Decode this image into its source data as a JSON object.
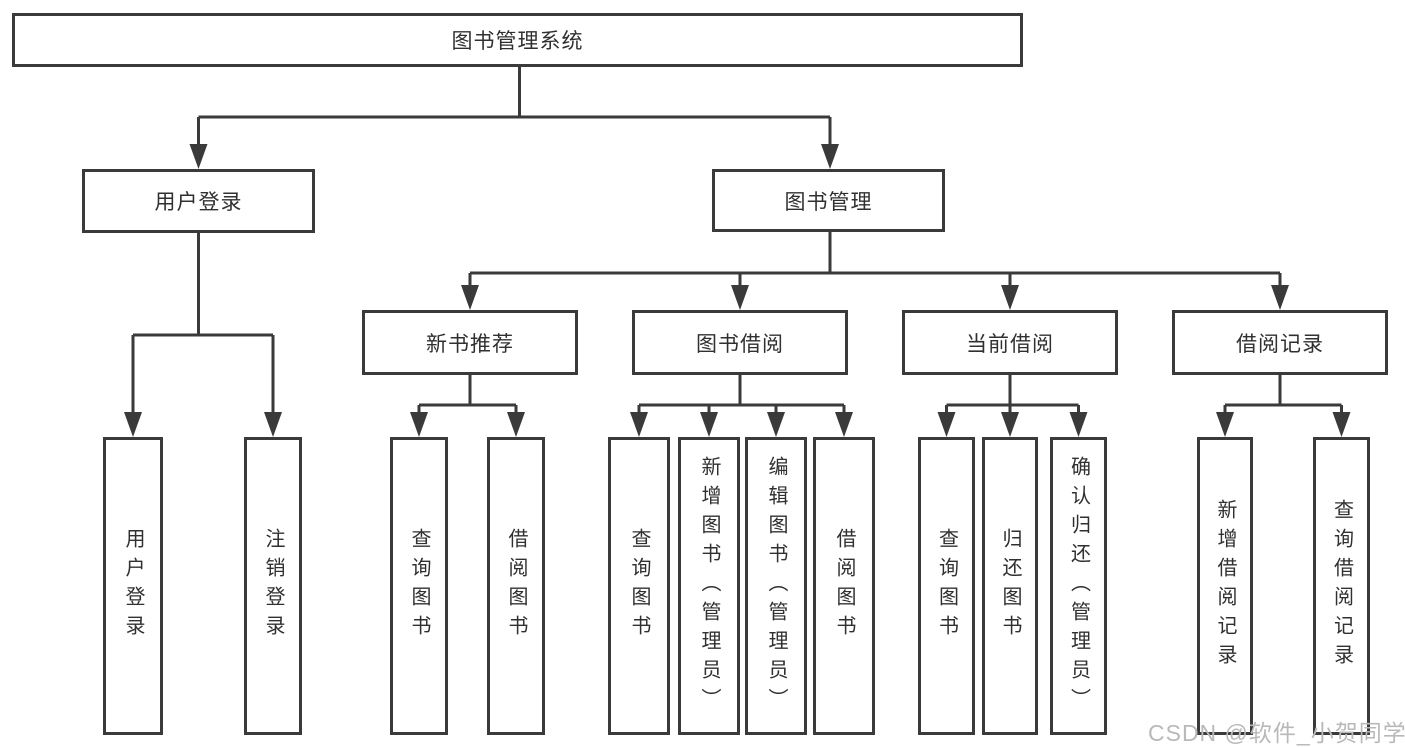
{
  "diagram": {
    "root": {
      "label": "图书管理系统"
    },
    "user_login_branch": {
      "label": "用户登录",
      "leaves": [
        {
          "label": "用户登录"
        },
        {
          "label": "注销登录"
        }
      ]
    },
    "book_mgmt_branch": {
      "label": "图书管理",
      "groups": [
        {
          "label": "新书推荐",
          "leaves": [
            {
              "label": "查询图书"
            },
            {
              "label": "借阅图书"
            }
          ]
        },
        {
          "label": "图书借阅",
          "leaves": [
            {
              "label": "查询图书"
            },
            {
              "label": "新增图书（管理员）"
            },
            {
              "label": "编辑图书（管理员）"
            },
            {
              "label": "借阅图书"
            }
          ]
        },
        {
          "label": "当前借阅",
          "leaves": [
            {
              "label": "查询图书"
            },
            {
              "label": "归还图书"
            },
            {
              "label": "确认归还（管理员）"
            }
          ]
        },
        {
          "label": "借阅记录",
          "leaves": [
            {
              "label": "新增借阅记录"
            },
            {
              "label": "查询借阅记录"
            }
          ]
        }
      ]
    }
  },
  "watermark": {
    "text": "CSDN @软件_小贺同学"
  },
  "colors": {
    "line": "#3a3a3a",
    "text": "#303030",
    "watermark": "#b9b9b9",
    "background": "#ffffff"
  }
}
